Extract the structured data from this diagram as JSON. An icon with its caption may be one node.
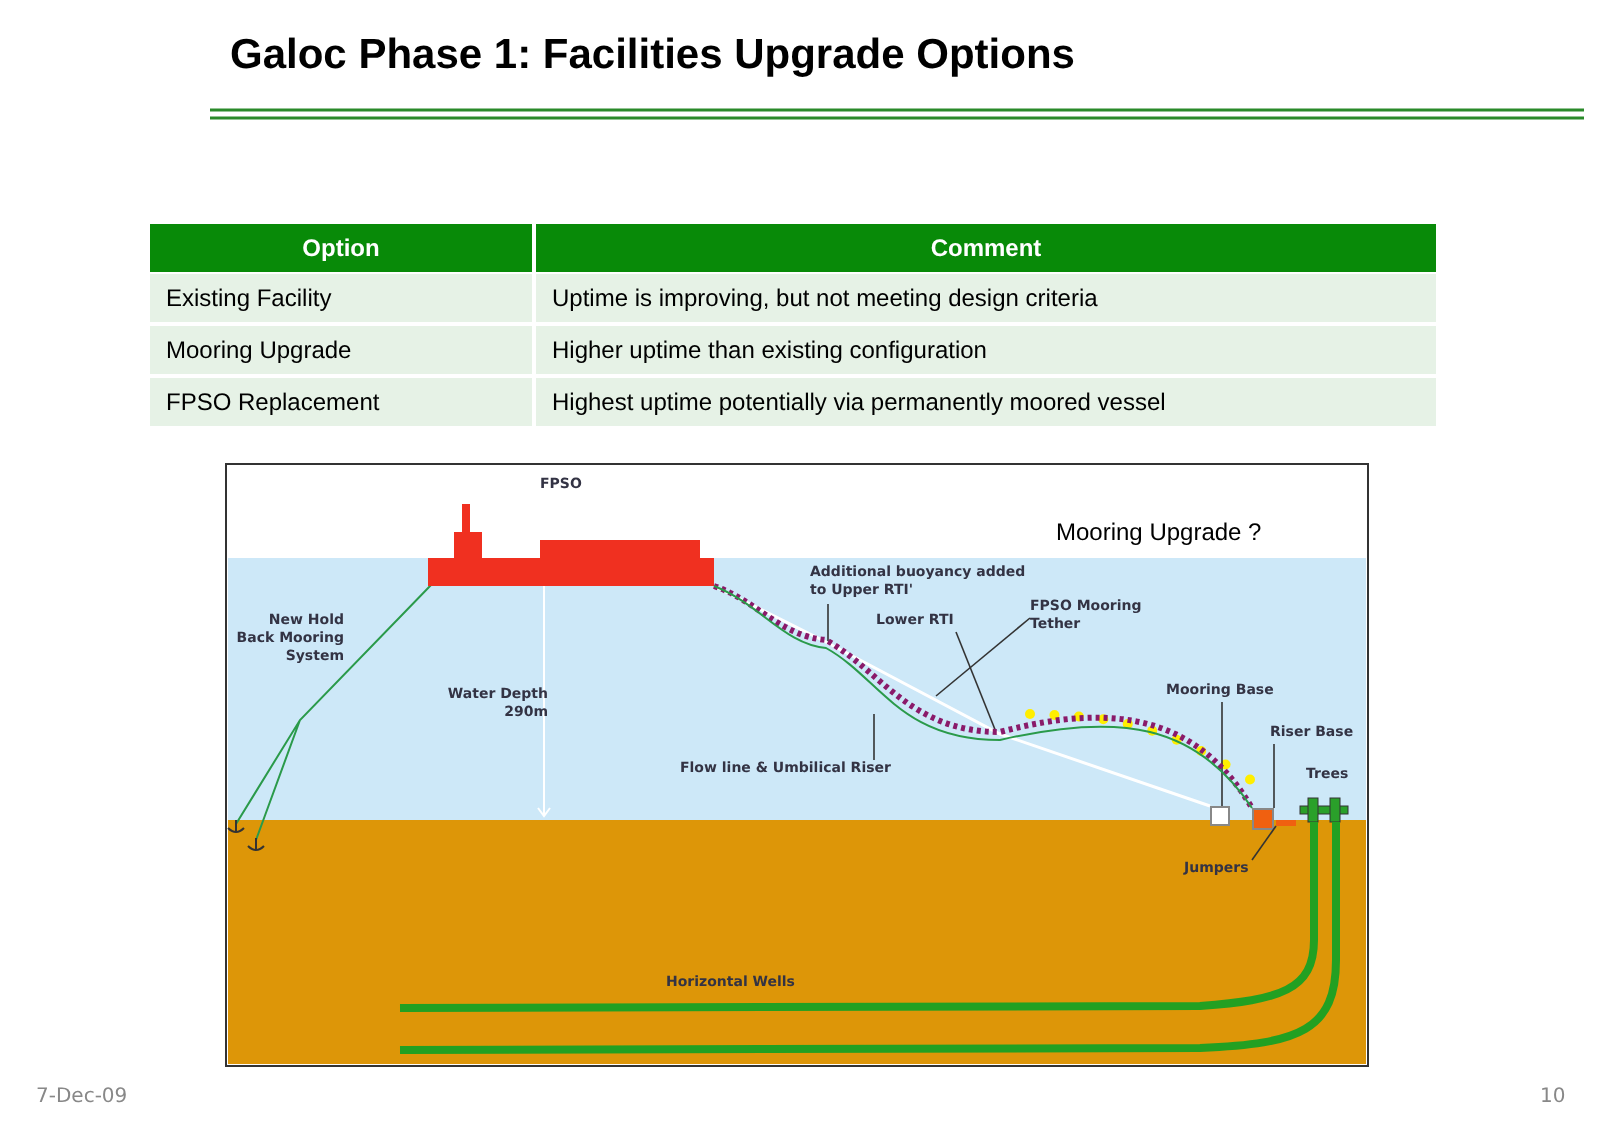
{
  "diagram": {
    "title": "Galoc Phase 1: Facilities Upgrade Options",
    "nodes": [
      {
        "text": [
          "Additional buoyancy added to Upper RTI'"
        ]
      },
      {
        "text": [
          "Lower RTI"
        ]
      },
      {
        "text": [
          "FPSO Mooring Tether"
        ]
      },
      {
        "text": [
          "Flow line & Umbilical Riser"
        ]
      },
      {
        "text": [
          "Mooring Base"
        ]
      },
      {
        "text": [
          "Riser Base"
        ]
      },
      {
        "text": [
          "Jumpers"
        ]
      },
      {
        "text": [],
        "shape": "box"
      },
      {
        "text": [],
        "shape": "box"
      },
      {
        "text": [],
        "shape": "ship"
      },
      {
        "text": [],
        "shape": "bar"
      }
    ],
    "edges": [
      {
        "from": 0,
        "to": null,
        "arrow": "none"
      },
      {
        "from": 1,
        "to": null,
        "arrow": "none"
      },
      {
        "from": 2,
        "to": null,
        "arrow": "none"
      },
      {
        "from": 3,
        "to": null,
        "arrow": "none"
      },
      {
        "from": 4,
        "to": 7,
        "arrow": "none"
      },
      {
        "from": 5,
        "to": 8,
        "arrow": "none"
      },
      {
        "from": 6,
        "to": 10,
        "arrow": "none"
      },
      {
        "from": 9,
        "to": 7,
        "arrow": "none",
        "color": "#ffffff"
      },
      {
        "from": 9,
        "to": 8,
        "arrow": "none",
        "style": "dashed",
        "color": "#8a1a6a"
      },
      {
        "from": 9,
        "to": 8,
        "arrow": "none",
        "color": "#2a9a4a"
      }
    ],
    "labels": [
      "Option",
      "Comment",
      "Existing Facility",
      "Uptime is improving,  but not meeting design criteria",
      "Mooring Upgrade",
      "Higher uptime than existing configuration",
      "FPSO Replacement",
      "Highest uptime potentially via permanently moored vessel",
      "FPSO",
      "Mooring Upgrade ?",
      "New Hold Back Mooring System",
      "Water Depth 290m",
      "Trees",
      "Horizontal Wells",
      "7-Dec-09",
      "10"
    ]
  }
}
